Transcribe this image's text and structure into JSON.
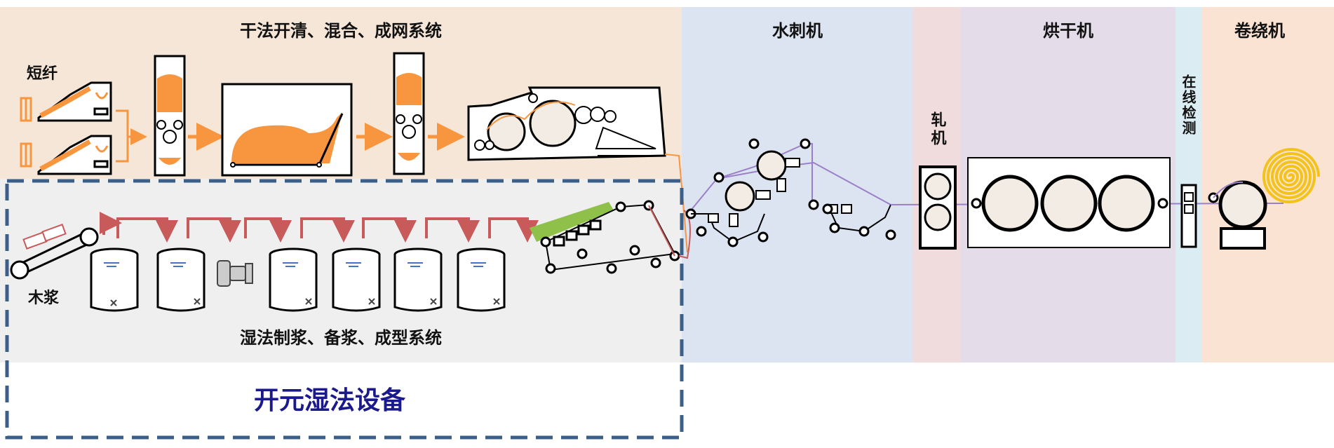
{
  "sections": {
    "dry": {
      "title": "干法开清、混合、成网系统",
      "color": "#f5e6d7"
    },
    "wet": {
      "title": "湿法制浆、备浆、成型系统",
      "color": "#efefef"
    },
    "hydro": {
      "title": "水刺机",
      "color": "#dbe4f0"
    },
    "roll": {
      "title": "轧机",
      "color": "#f0dcdc"
    },
    "dryer": {
      "title": "烘干机",
      "color": "#e4dde9"
    },
    "inspect": {
      "title": "在线检测",
      "color": "#dcecf3"
    },
    "winder": {
      "title": "卷绕机",
      "color": "#fae3d2"
    }
  },
  "labels": {
    "short_fiber": "短纤",
    "wood_pulp": "木浆",
    "equipment_box": "开元湿法设备"
  },
  "colors": {
    "orange": "#f7963f",
    "red_arrow": "#c85a5a",
    "dashed_border": "#3c5f8a",
    "green_wire": "#8fc04a",
    "purple_line": "#9b7fc8",
    "spiral": "#f3c21b"
  }
}
